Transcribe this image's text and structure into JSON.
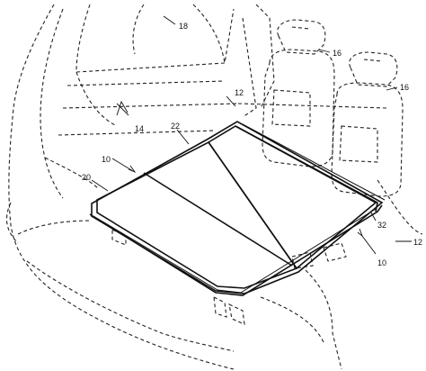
{
  "reference_numerals": {
    "seat_a": "16",
    "seat_b": "16",
    "wall": "18",
    "floor_top": "12",
    "floor_right": "12",
    "cargo_area": "14",
    "assembly_left": "10",
    "assembly_right": "10",
    "panel_front": "20",
    "panel_rear": "22",
    "edge": "32"
  },
  "colors": {
    "line": "#111111",
    "dash": "#222222",
    "stipple": "#d8d8d8",
    "background": "#ffffff"
  }
}
